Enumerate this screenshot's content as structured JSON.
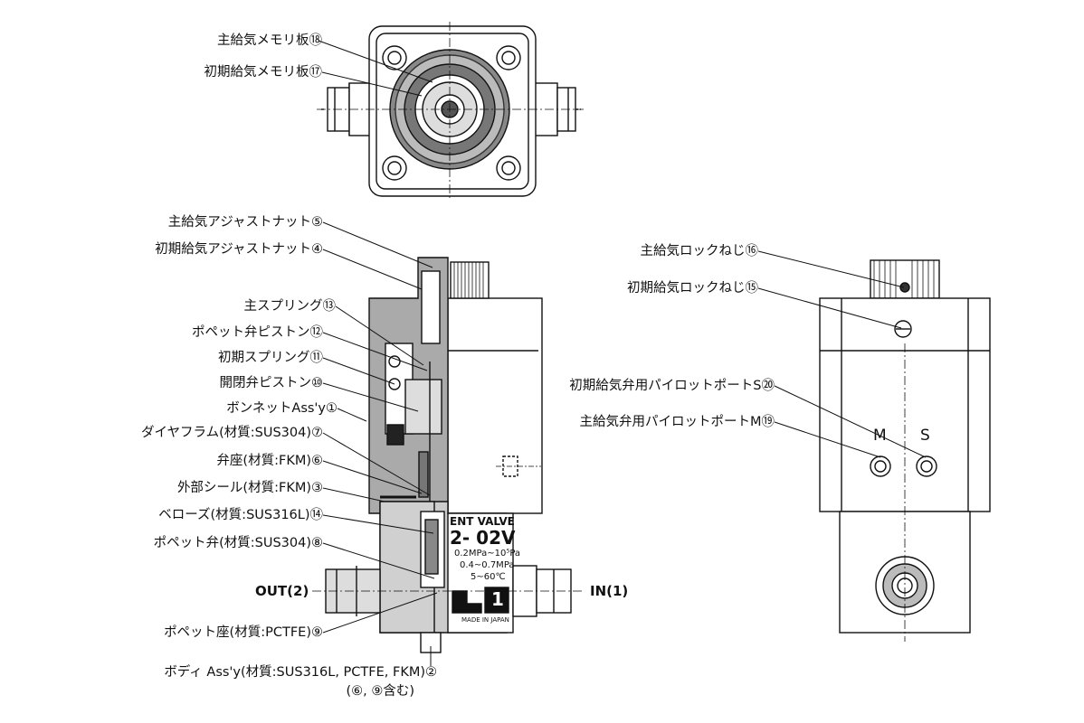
{
  "top_view": {
    "labels": {
      "main_memory_plate": "主給気メモリ板⑱",
      "initial_memory_plate": "初期給気メモリ板⑰"
    }
  },
  "side_view": {
    "labels": {
      "main_adjust_nut": "主給気アジャストナット⑤",
      "initial_adjust_nut": "初期給気アジャストナット④",
      "main_spring": "主スプリング⑬",
      "poppet_valve_piston": "ポペット弁ピストン⑫",
      "initial_spring": "初期スプリング⑪",
      "open_close_piston": "開閉弁ピストン⑩",
      "bonnet_assy": "ボンネットAss'y①",
      "diaphragm": "ダイヤフラム(材質:SUS304)⑦",
      "valve_seat": "弁座(材質:FKM)⑥",
      "external_seal": "外部シール(材質:FKM)③",
      "bellows": "ベローズ(材質:SUS316L)⑭",
      "poppet_valve": "ポペット弁(材質:SUS304)⑧",
      "poppet_seat": "ポペット座(材質:PCTFE)⑨",
      "body_assy": "ボディ Ass'y(材質:SUS316L, PCTFE, FKM)②",
      "body_assy_note": "(⑥, ⑨含む)"
    },
    "ports": {
      "out": "OUT(2)",
      "in": "IN(1)"
    },
    "nameplate": {
      "line1": "ENT VALVE",
      "line2": "2- 02V",
      "line3": "0.2MPa~10⁵Pa",
      "line4": "0.4~0.7MPa",
      "line5": "5~60℃",
      "logo_number": "1",
      "made_in": "MADE IN JAPAN"
    }
  },
  "right_view": {
    "labels": {
      "main_lock_screw": "主給気ロックねじ⑯",
      "initial_lock_screw": "初期給気ロックねじ⑮",
      "pilot_port_s": "初期給気弁用パイロットポートS⑳",
      "pilot_port_m": "主給気弁用パイロットポートM⑲"
    },
    "port_letters": {
      "m": "M",
      "s": "S"
    }
  }
}
